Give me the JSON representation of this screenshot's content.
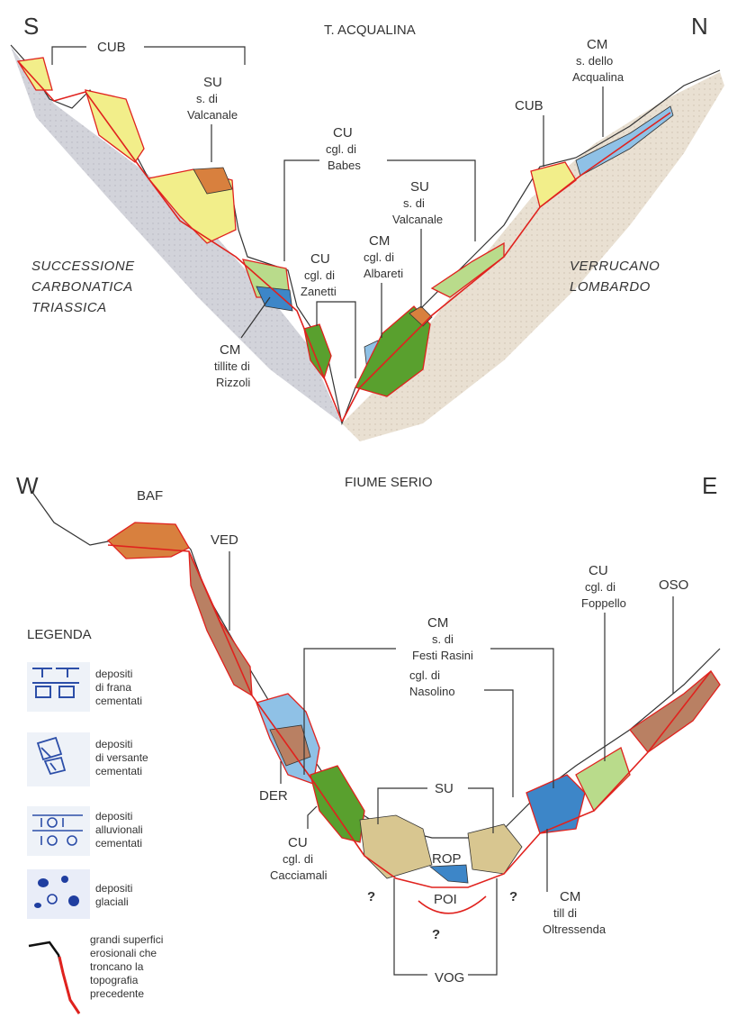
{
  "top_section": {
    "title": "T. ACQUALINA",
    "dir_left": "S",
    "dir_right": "N",
    "left_domain": [
      "SUCCESSIONE",
      "CARBONATICA",
      "TRIASSICA"
    ],
    "right_domain": [
      "VERRUCANO",
      "LOMBARDO"
    ],
    "labels": {
      "cub_left": "CUB",
      "su_valcanale_code": "SU",
      "su_valcanale_l1": "s. di",
      "su_valcanale_l2": "Valcanale",
      "cu_babes_code": "CU",
      "cu_babes_l1": "cgl. di",
      "cu_babes_l2": "Babes",
      "su_valcanale2_code": "SU",
      "su_valcanale2_l1": "s. di",
      "su_valcanale2_l2": "Valcanale",
      "cm_albareti_code": "CM",
      "cm_albareti_l1": "cgl. di",
      "cm_albareti_l2": "Albareti",
      "cu_zanetti_code": "CU",
      "cu_zanetti_l1": "cgl. di",
      "cu_zanetti_l2": "Zanetti",
      "cm_rizzoli_code": "CM",
      "cm_rizzoli_l1": "tillite di",
      "cm_rizzoli_l2": "Rizzoli",
      "cub_right": "CUB",
      "cm_acqualina_code": "CM",
      "cm_acqualina_l1": "s. dello",
      "cm_acqualina_l2": "Acqualina"
    }
  },
  "bottom_section": {
    "title": "FIUME SERIO",
    "dir_left": "W",
    "dir_right": "E",
    "labels": {
      "baf": "BAF",
      "ved": "VED",
      "cm_festi_code": "CM",
      "cm_festi_l1": "s. di",
      "cm_festi_l2": "Festi Rasini",
      "nasolino_l1": "cgl. di",
      "nasolino_l2": "Nasolino",
      "cu_foppello_code": "CU",
      "cu_foppello_l1": "cgl. di",
      "cu_foppello_l2": "Foppello",
      "oso": "OSO",
      "der": "DER",
      "su": "SU",
      "rop": "ROP",
      "poi": "POI",
      "vog": "VOG",
      "q1": "?",
      "q2": "?",
      "q3": "?",
      "cu_cacciamali_code": "CU",
      "cu_cacciamali_l1": "cgl. di",
      "cu_cacciamali_l2": "Cacciamali",
      "cm_oltressenda_code": "CM",
      "cm_oltressenda_l1": "till di",
      "cm_oltressenda_l2": "Oltressenda"
    }
  },
  "legend": {
    "title": "LEGENDA",
    "items": [
      {
        "icon": "landslide-icon",
        "lines": [
          "depositi",
          "di frana",
          "cementati"
        ]
      },
      {
        "icon": "slope-icon",
        "lines": [
          "depositi",
          "di versante",
          "cementati"
        ]
      },
      {
        "icon": "alluvial-icon",
        "lines": [
          "depositi",
          "alluvionali",
          "cementati"
        ]
      },
      {
        "icon": "glacial-icon",
        "lines": [
          "depositi",
          "glaciali"
        ]
      },
      {
        "icon": "erosion-surface-icon",
        "lines": [
          "grandi superfici",
          "erosionali che",
          "troncano la",
          "topografia",
          "precedente"
        ]
      }
    ]
  },
  "colors": {
    "yellow_unit": "#f2ee8a",
    "green_light": "#b9db8b",
    "green_dark": "#59a02e",
    "blue_unit": "#8fc1e6",
    "blue_dark": "#3d86c8",
    "orange_unit": "#d8803e",
    "brown_unit": "#b98063",
    "erosion_line": "#e0221e",
    "bedrock_grey": "#cfd0d6",
    "bedrock_beige": "#e6dccd"
  }
}
